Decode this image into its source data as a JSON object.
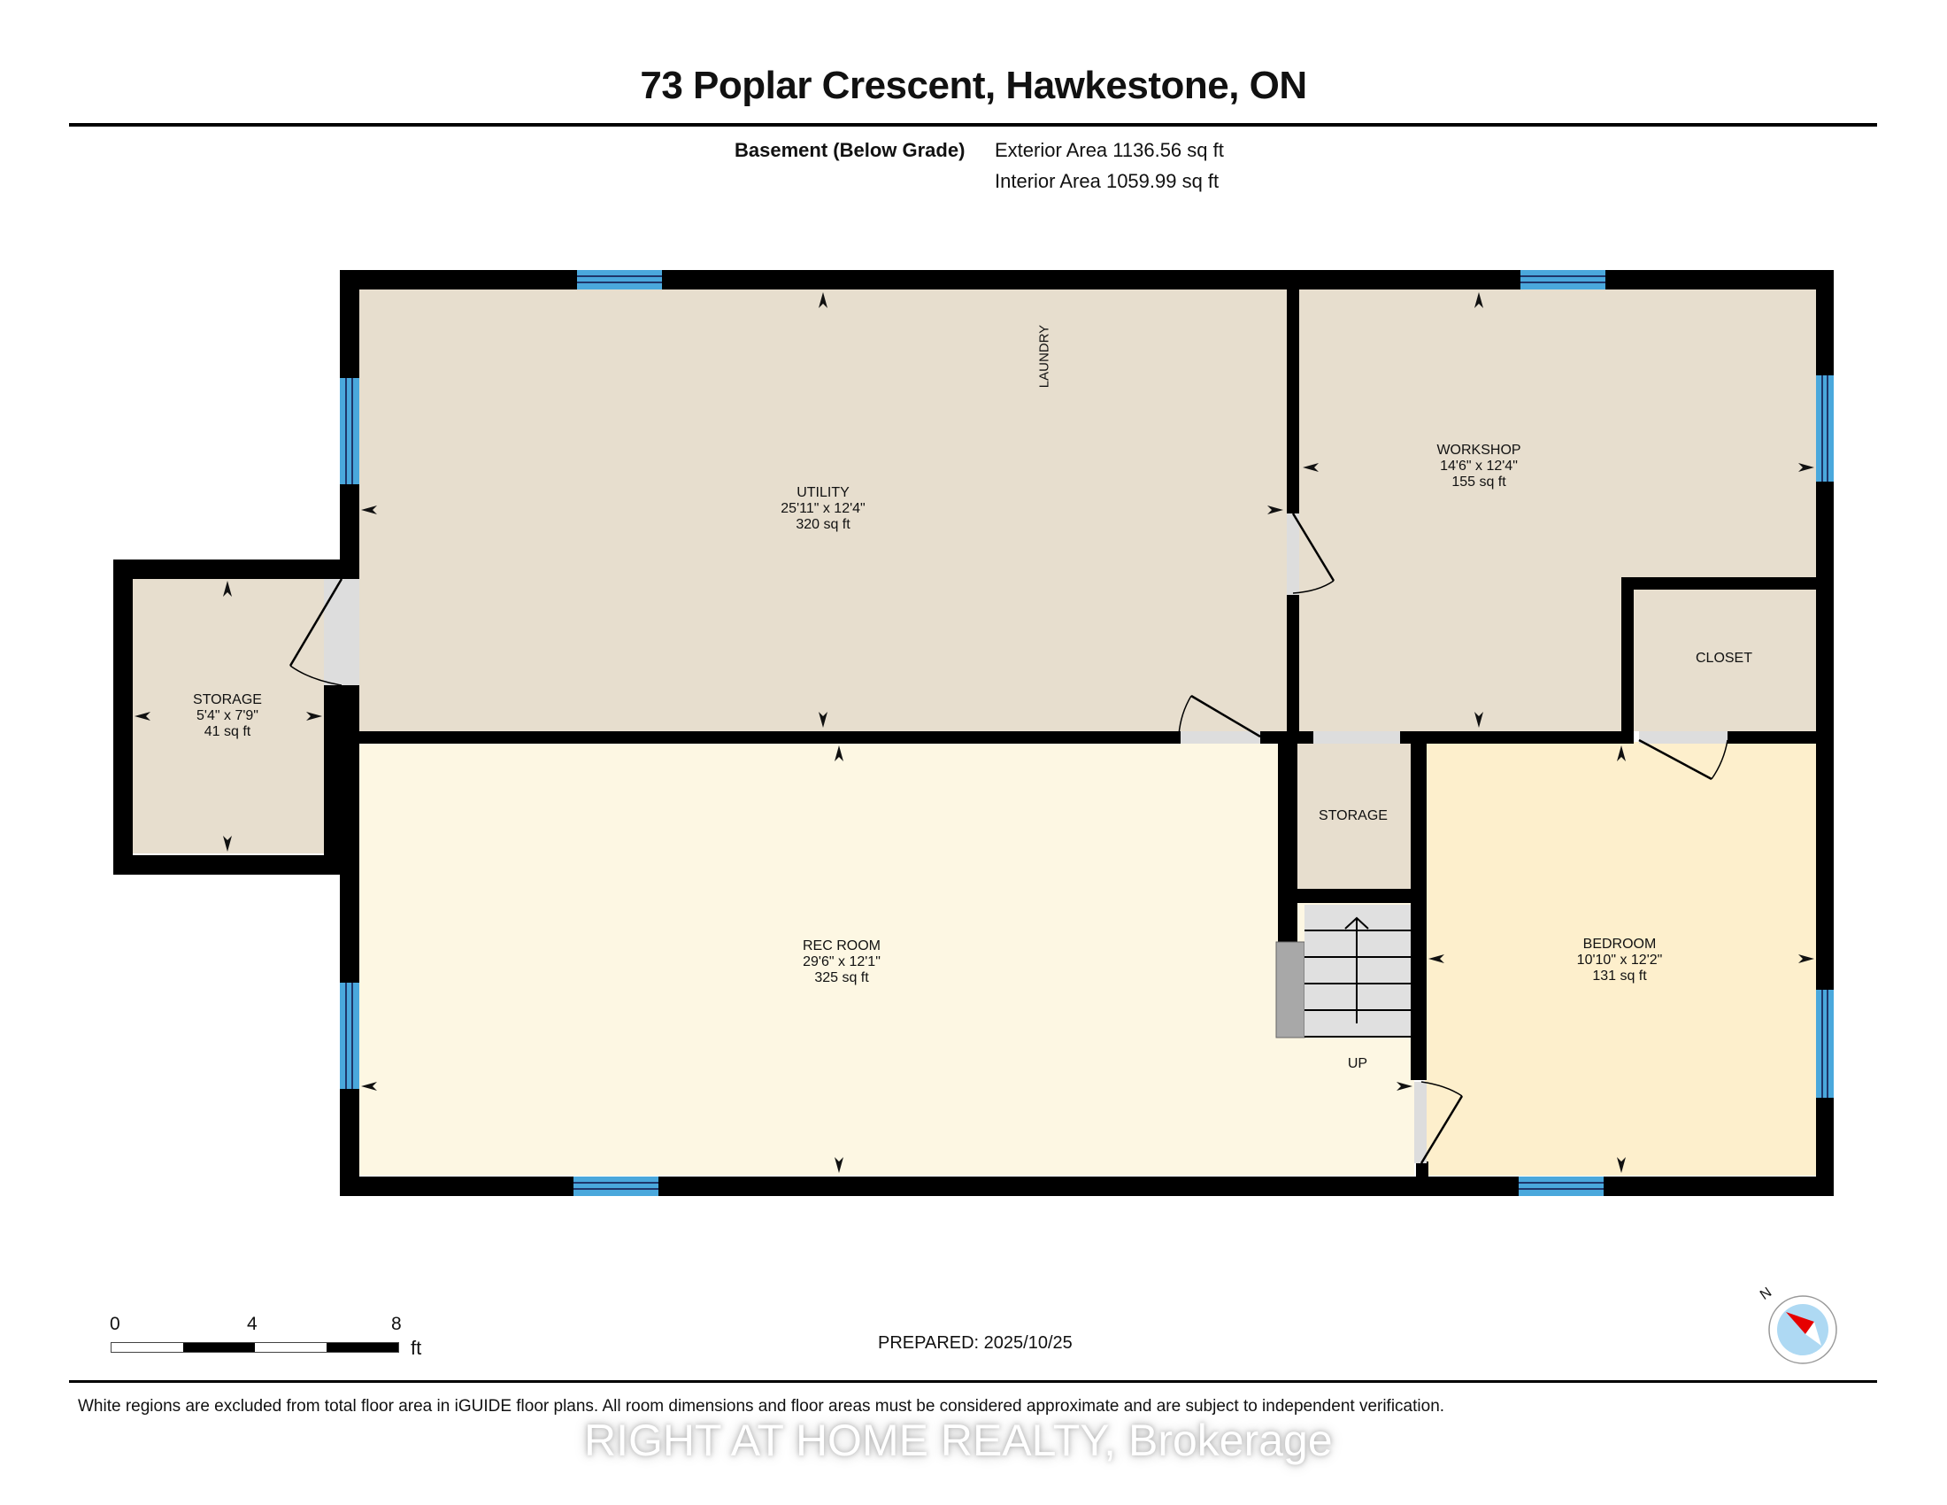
{
  "header": {
    "title": "73 Poplar Crescent, Hawkestone, ON",
    "level_label": "Basement (Below Grade)",
    "exterior_area": "Exterior Area 1136.56 sq ft",
    "interior_area": "Interior Area 1059.99 sq ft"
  },
  "rooms": [
    {
      "name": "UTILITY",
      "dims": "25'11\" x 12'4\"",
      "area": "320 sq ft"
    },
    {
      "name": "WORKSHOP",
      "dims": "14'6\" x 12'4\"",
      "area": "155 sq ft"
    },
    {
      "name": "STORAGE",
      "dims": "5'4\" x 7'9\"",
      "area": "41 sq ft"
    },
    {
      "name": "REC ROOM",
      "dims": "29'6\" x 12'1\"",
      "area": "325 sq ft"
    },
    {
      "name": "BEDROOM",
      "dims": "10'10\" x 12'2\"",
      "area": "131 sq ft"
    },
    {
      "name": "CLOSET"
    },
    {
      "name": "STORAGE"
    },
    {
      "name": "LAUNDRY"
    }
  ],
  "stairs": {
    "label": "UP"
  },
  "scale_bar": {
    "ticks": [
      "0",
      "4",
      "8"
    ],
    "unit": "ft"
  },
  "compass": {
    "label": "N"
  },
  "footer": {
    "prepared": "PREPARED: 2025/10/25",
    "disclaimer": "White regions are excluded from total floor area in iGUIDE floor plans. All room dimensions and floor areas must be considered approximate and are subject to independent verification.",
    "watermark": "RIGHT AT HOME REALTY, Brokerage"
  },
  "colors": {
    "wall": "#000000",
    "utility_fill": "#e7dece",
    "rec_fill": "#fdf7e3",
    "bedroom_fill": "#fdefcc",
    "window": "#4aa8dc",
    "door_opening": "#dddddd"
  }
}
